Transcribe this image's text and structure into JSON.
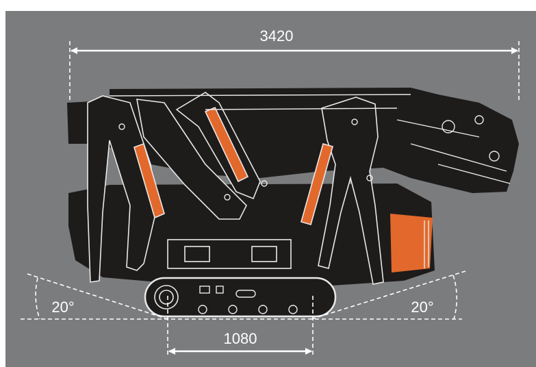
{
  "figure": {
    "background_color": "#7b7c7d",
    "border_color": "#ffffff",
    "machine_color": "#1e1b1b",
    "outline_color": "#e9e9e9",
    "accent_color": "#e2692b",
    "dimension_color": "#ffffff"
  },
  "dimensions": {
    "overall_length": "3420",
    "track_gauge": "1080",
    "left_angle": "20°",
    "right_angle": "20°"
  }
}
